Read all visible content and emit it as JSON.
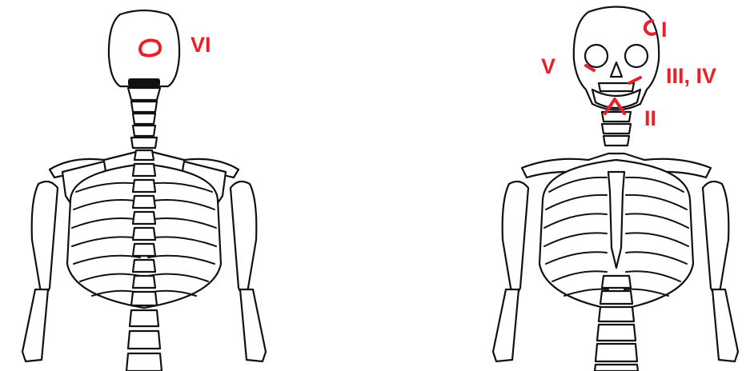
{
  "labels": {
    "vi": "VI",
    "i": "I",
    "v": "V",
    "iii_iv": "III, IV",
    "ii": "II"
  },
  "colors": {
    "marking": "#e8202a",
    "outline": "#111111",
    "background": "#ffffff"
  }
}
